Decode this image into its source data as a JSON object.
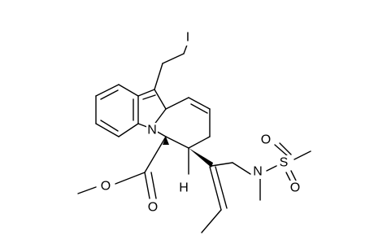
{
  "figure": {
    "background": "#ffffff",
    "bond_color": "#000000",
    "atoms": {
      "iodine": "I",
      "nitrogen_ring": "N",
      "hydrogen": "H",
      "oxygen_carbonyl": "O",
      "oxygen_ester": "O",
      "nitrogen_sulfonamide": "N",
      "sulfur": "S",
      "oxygen_sulfonyl_top": "O",
      "oxygen_sulfonyl_bottom": "O"
    }
  }
}
